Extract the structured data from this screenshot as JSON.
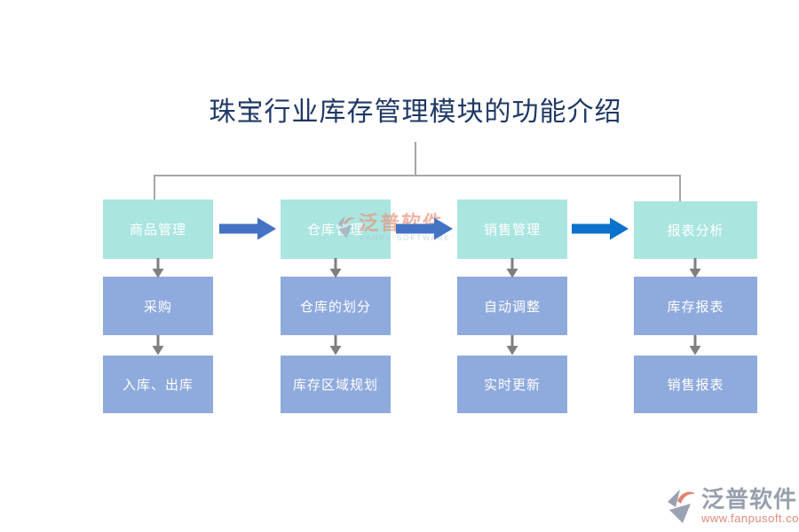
{
  "title": "珠宝行业库存管理模块的功能介绍",
  "flow": {
    "columns": [
      {
        "header": "商品管理",
        "items": [
          "采购",
          "入库、出库"
        ]
      },
      {
        "header": "仓库管理",
        "items": [
          "仓库的划分",
          "库存区域规划"
        ]
      },
      {
        "header": "销售管理",
        "items": [
          "自动调整",
          "实时更新"
        ]
      },
      {
        "header": "报表分析",
        "items": [
          "库存报表",
          "销售报表"
        ]
      }
    ]
  },
  "watermark": {
    "brand": "泛普软件",
    "brand_en": "FANPU SOFTWARE"
  },
  "footer": {
    "brand": "泛普软件",
    "website": "www.fanpusoft.com"
  },
  "colors": {
    "header_box": "#abe5e0",
    "item_box": "#8faadc",
    "flow_arrow_blue": "#4472c4",
    "flow_arrow_azure": "#0b72cd",
    "connector_gray": "#a6a6a6",
    "down_arrow_gray": "#7f7f7f",
    "title_text": "#1f3864",
    "brand_salmon": "#e2846f",
    "brand_gray": "#98a0ae"
  }
}
